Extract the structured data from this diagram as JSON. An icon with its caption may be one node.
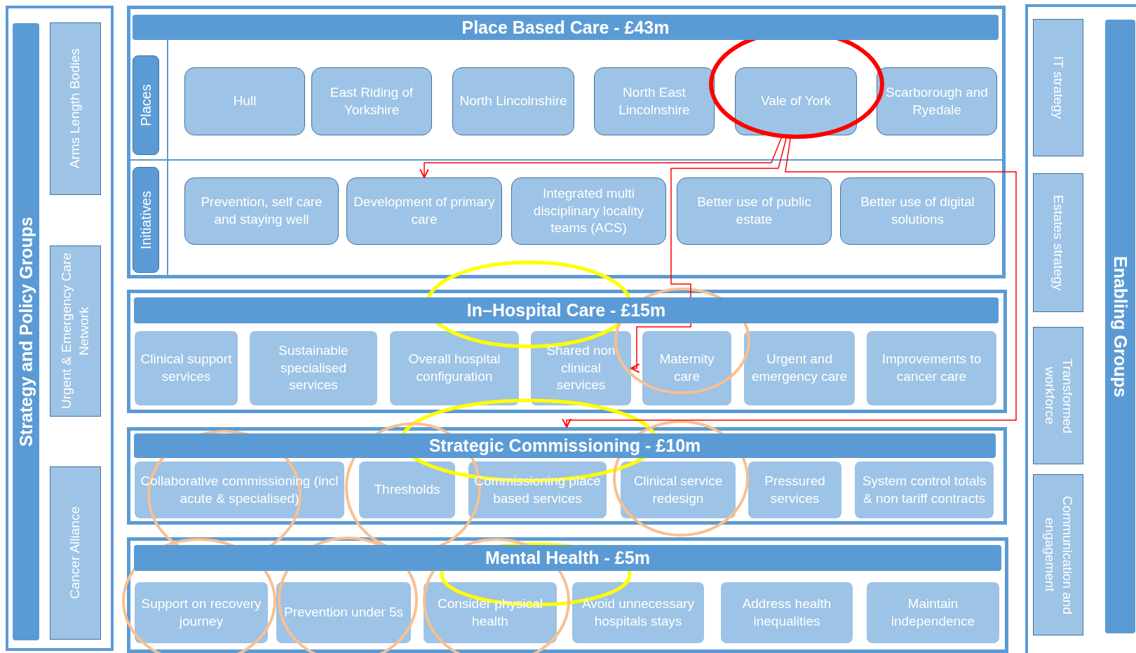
{
  "diagram": {
    "nodes": [
      {
        "text": [
          "Strategy and Policy Groups"
        ]
      },
      {
        "text": [
          "Arms Length Bodies"
        ],
        "in": 0
      },
      {
        "text": [
          "Urgent & Emergency Care Network"
        ],
        "in": 0
      },
      {
        "text": [
          "Cancer Alliance"
        ],
        "in": 0
      },
      {
        "text": [
          "Place Based Care - £43m"
        ]
      },
      {
        "text": [
          "Places"
        ],
        "in": 4
      },
      {
        "text": [
          "Hull"
        ],
        "in": 4
      },
      {
        "text": [
          "East Riding of Yorkshire"
        ],
        "in": 4
      },
      {
        "text": [
          "North Lincolnshire"
        ],
        "in": 4
      },
      {
        "text": [
          "North East Lincolnshire"
        ],
        "in": 4
      },
      {
        "text": [
          "Vale of York"
        ],
        "in": 4
      },
      {
        "text": [
          "Scarborough and Ryedale"
        ],
        "in": 4
      },
      {
        "text": [
          "Initiatives"
        ],
        "in": 4
      },
      {
        "text": [
          "Prevention, self care and staying well"
        ],
        "in": 4
      },
      {
        "text": [
          "Development of primary care"
        ],
        "in": 4
      },
      {
        "text": [
          "Integrated multi disciplinary locality teams (ACS)"
        ],
        "in": 4
      },
      {
        "text": [
          "Better use of public estate"
        ],
        "in": 4
      },
      {
        "text": [
          "Better use of digital solutions"
        ],
        "in": 4
      },
      {
        "text": [
          "In–Hospital Care - £15m"
        ]
      },
      {
        "text": [
          "Clinical support services"
        ],
        "in": 18
      },
      {
        "text": [
          "Sustainable specialised services"
        ],
        "in": 18
      },
      {
        "text": [
          "Overall hospital configuration"
        ],
        "in": 18
      },
      {
        "text": [
          "Shared non clinical services"
        ],
        "in": 18
      },
      {
        "text": [
          "Maternity care"
        ],
        "in": 18
      },
      {
        "text": [
          "Urgent and emergency care"
        ],
        "in": 18
      },
      {
        "text": [
          "Improvements to cancer care"
        ],
        "in": 18
      },
      {
        "text": [
          "Strategic Commissioning - £10m"
        ]
      },
      {
        "text": [
          "Collaborative commissioning (incl acute & specialised)"
        ],
        "in": 26
      },
      {
        "text": [
          "Thresholds"
        ],
        "in": 26
      },
      {
        "text": [
          "Commissioning place based services"
        ],
        "in": 26
      },
      {
        "text": [
          "Clinical service redesign"
        ],
        "in": 26
      },
      {
        "text": [
          "Pressured services"
        ],
        "in": 26
      },
      {
        "text": [
          "System control totals & non tariff contracts"
        ],
        "in": 26
      },
      {
        "text": [
          "Mental Health - £5m"
        ]
      },
      {
        "text": [
          "Support on recovery journey"
        ],
        "in": 33
      },
      {
        "text": [
          "Prevention under 5s"
        ],
        "in": 33
      },
      {
        "text": [
          "Consider physical health"
        ],
        "in": 33
      },
      {
        "text": [
          "Avoid unnecessary hospitals stays"
        ],
        "in": 33
      },
      {
        "text": [
          "Address health inequalities"
        ],
        "in": 33
      },
      {
        "text": [
          "Maintain independence"
        ],
        "in": 33
      },
      {
        "text": [
          "Enabling Groups"
        ]
      },
      {
        "text": [
          "IT strategy"
        ],
        "in": 40
      },
      {
        "text": [
          "Estates strategy"
        ],
        "in": 40
      },
      {
        "text": [
          "Transformed workforce"
        ],
        "in": 40
      },
      {
        "text": [
          "Communication and engagement"
        ],
        "in": 40
      }
    ],
    "edges": [
      {
        "from": 10,
        "to": 14,
        "arrow": "to"
      },
      {
        "from": 10,
        "to": 22,
        "arrow": "to"
      },
      {
        "from": 10,
        "to": 26,
        "arrow": "to"
      }
    ]
  }
}
